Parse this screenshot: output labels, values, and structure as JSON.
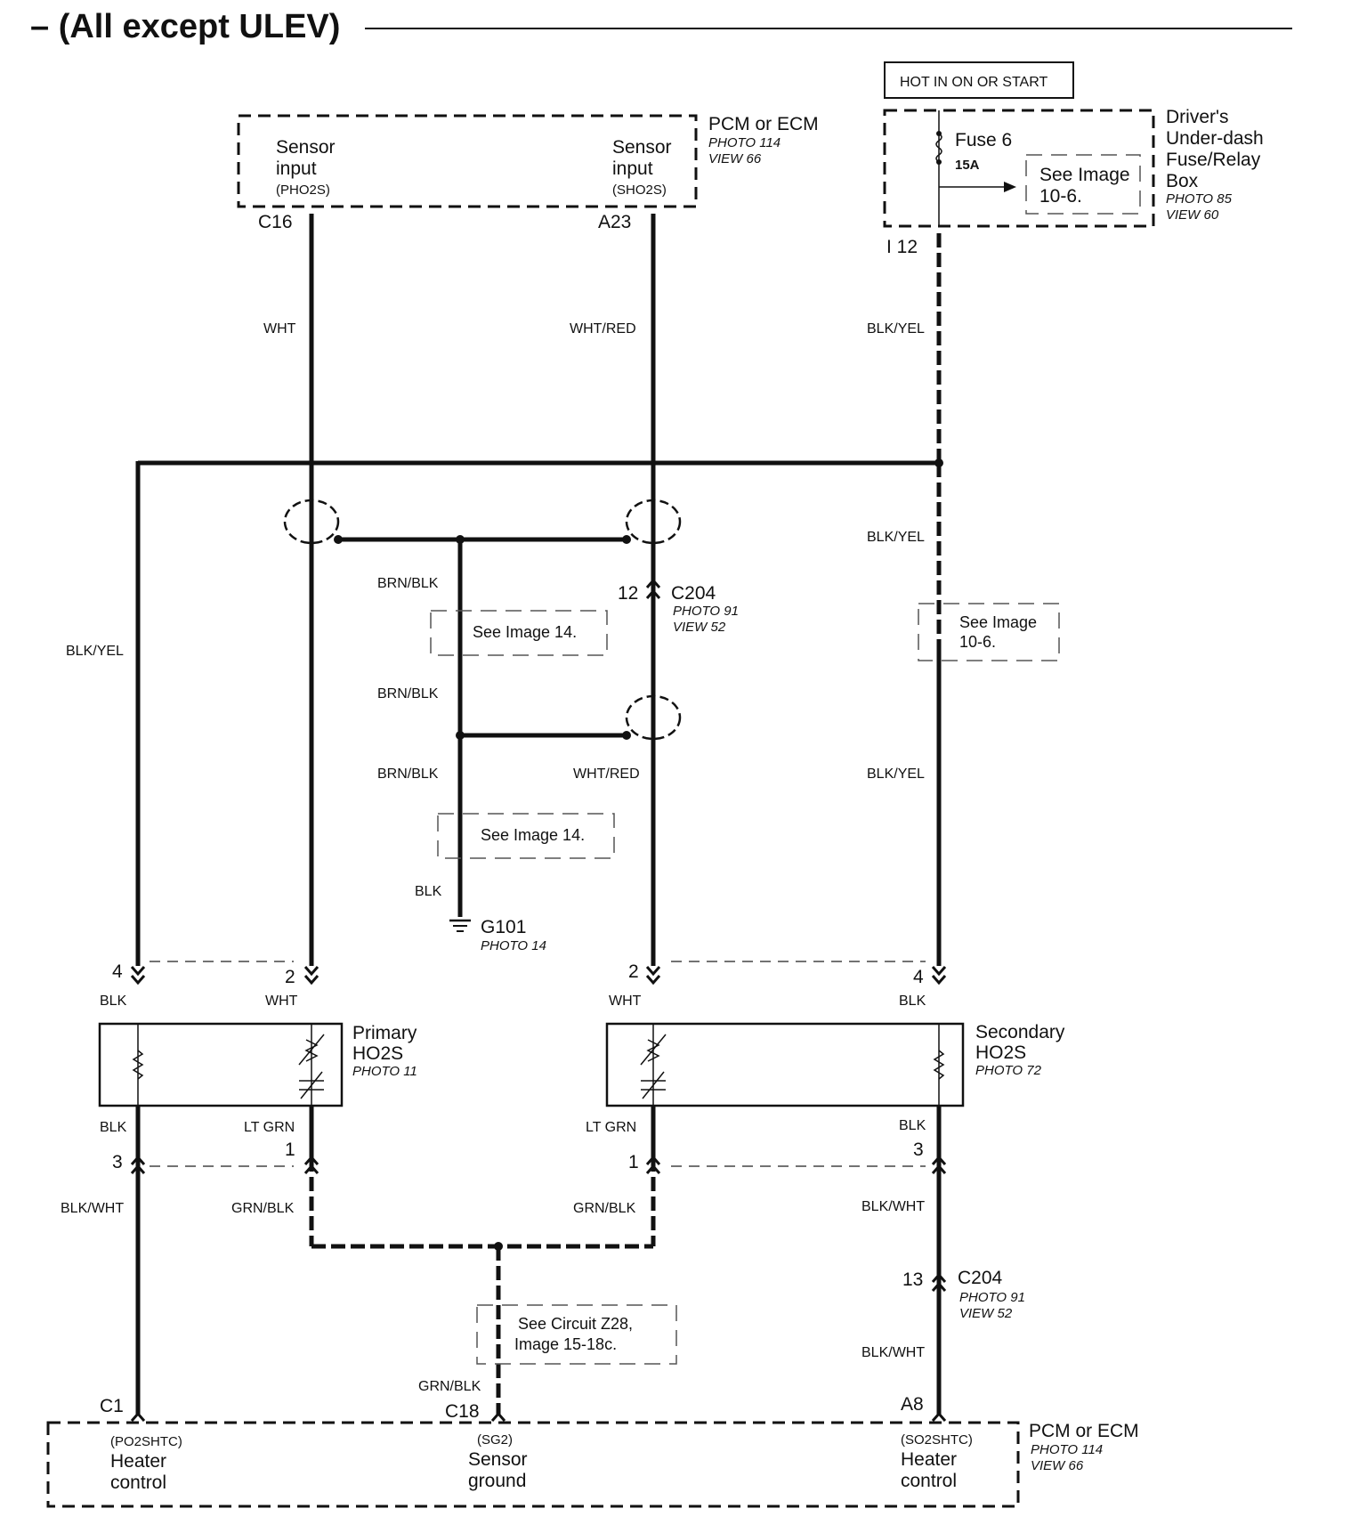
{
  "title": "– (All except ULEV)",
  "hot_label": "HOT IN ON OR START",
  "pcm_top": {
    "name": "PCM or ECM",
    "photo": "PHOTO 114",
    "view": "VIEW 66",
    "left_label1": "Sensor",
    "left_label2": "input",
    "left_label3": "(PHO2S)",
    "right_label1": "Sensor",
    "right_label2": "input",
    "right_label3": "(SHO2S)",
    "pin_left": "C16",
    "pin_right": "A23"
  },
  "fuse_box": {
    "name1": "Driver's",
    "name2": "Under-dash",
    "name3": "Fuse/Relay",
    "name4": "Box",
    "photo": "PHOTO 85",
    "view": "VIEW 60",
    "fuse": "Fuse 6",
    "rating": "15A",
    "see1": "See Image",
    "see2": "10-6.",
    "pin": "I 12"
  },
  "wires": {
    "wht": "WHT",
    "wht_red": "WHT/RED",
    "blk_yel": "BLK/YEL",
    "brn_blk": "BRN/BLK",
    "wht_red2": "WHT/RED",
    "blk": "BLK",
    "lt_grn": "LT GRN",
    "blk_wht": "BLK/WHT",
    "grn_blk": "GRN/BLK"
  },
  "see_image_14": "See Image 14.",
  "see_image_10_1": "See Image",
  "see_image_10_2": "10-6.",
  "c204_top": {
    "pin": "12",
    "name": "C204",
    "photo": "PHOTO 91",
    "view": "VIEW 52"
  },
  "c204_bottom": {
    "pin": "13",
    "name": "C204",
    "photo": "PHOTO 91",
    "view": "VIEW 52"
  },
  "ground": {
    "name": "G101",
    "photo": "PHOTO 14"
  },
  "primary": {
    "name1": "Primary",
    "name2": "HO2S",
    "photo": "PHOTO 11"
  },
  "secondary": {
    "name1": "Secondary",
    "name2": "HO2S",
    "photo": "PHOTO 72"
  },
  "pins": {
    "p4": "4",
    "p2": "2",
    "p3": "3",
    "p1": "1"
  },
  "see_circuit": {
    "line1": "See Circuit Z28,",
    "line2": "Image 15-18c."
  },
  "pcm_bottom": {
    "name": "PCM or ECM",
    "photo": "PHOTO 114",
    "view": "VIEW 66",
    "pin_c1": "C1",
    "pin_c18": "C18",
    "pin_a8": "A8",
    "c1_code": "(PO2SHTC)",
    "c1_l1": "Heater",
    "c1_l2": "control",
    "c18_code": "(SG2)",
    "c18_l1": "Sensor",
    "c18_l2": "ground",
    "a8_code": "(SO2SHTC)",
    "a8_l1": "Heater",
    "a8_l2": "control"
  }
}
